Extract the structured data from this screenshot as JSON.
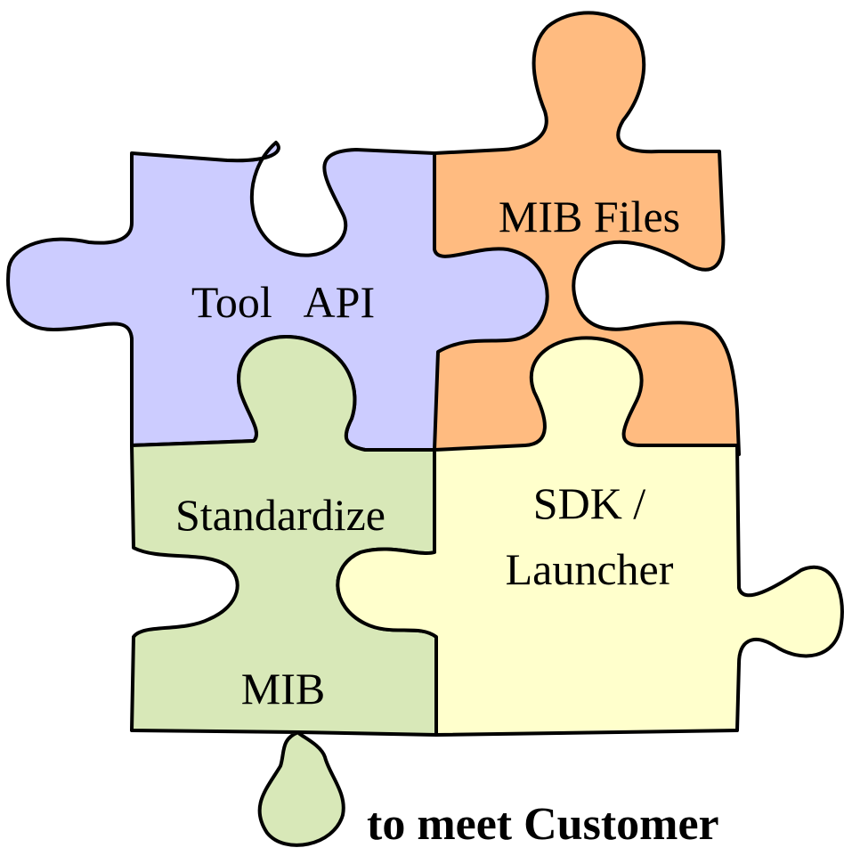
{
  "pieces": {
    "tool_api": {
      "label": "Tool   API",
      "color": "#CCCCFF"
    },
    "mib_files": {
      "label": "MIB Files",
      "color": "#FFBB80"
    },
    "standardize": {
      "label_line1": "Standardize",
      "label_line2": "MIB",
      "color": "#D8E8B8"
    },
    "sdk_launcher": {
      "label_line1": "SDK /",
      "label_line2": "Launcher",
      "color": "#FFFFCC"
    }
  },
  "caption": "to meet Customer"
}
